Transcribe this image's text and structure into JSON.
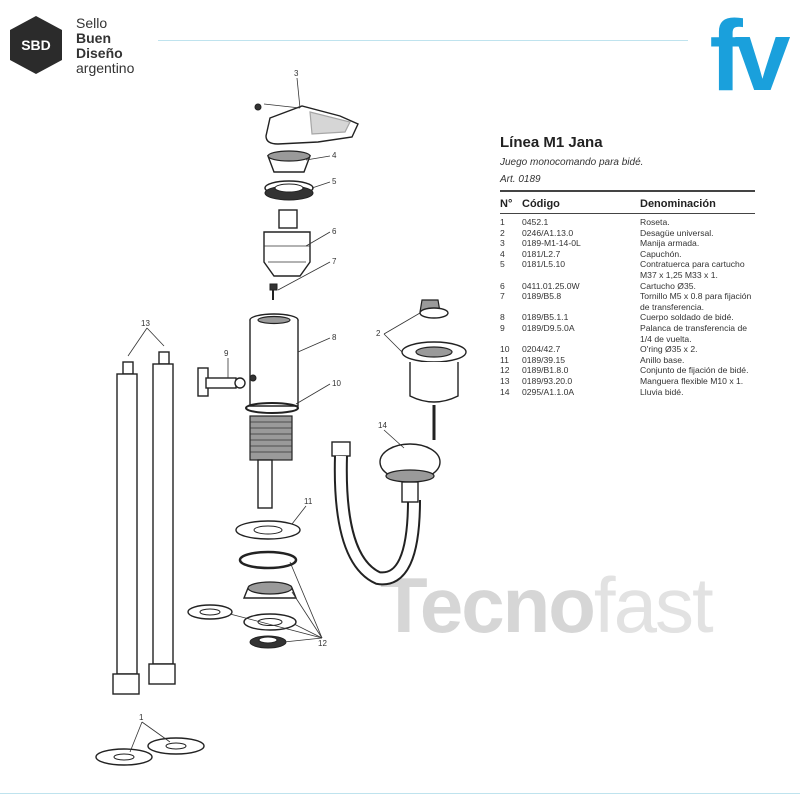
{
  "brand": {
    "sbd_mark": "SBD",
    "sbd_lines": [
      "Sello",
      "Buen",
      "Diseño",
      "argentino"
    ],
    "fv_logo": "fv",
    "fv_color": "#1aa0dc"
  },
  "watermark": {
    "part1": "Tecno",
    "part2": "fast"
  },
  "product": {
    "title": "Línea M1 Jana",
    "subtitle": "Juego monocomando para bidé.",
    "article": "Art. 0189"
  },
  "table": {
    "headers": {
      "num": "N°",
      "code": "Código",
      "name": "Denominación"
    },
    "rows": [
      {
        "num": "1",
        "code": "0452.1",
        "name": "Roseta."
      },
      {
        "num": "2",
        "code": "0246/A1.13.0",
        "name": "Desagüe universal."
      },
      {
        "num": "3",
        "code": "0189-M1-14-0L",
        "name": "Manija armada."
      },
      {
        "num": "4",
        "code": "0181/L2.7",
        "name": "Capuchón."
      },
      {
        "num": "5",
        "code": "0181/L5.10",
        "name": "Contratuerca para cartucho M37 x 1,25 M33 x 1."
      },
      {
        "num": "6",
        "code": "0411.01.25.0W",
        "name": "Cartucho Ø35."
      },
      {
        "num": "7",
        "code": "0189/B5.8",
        "name": "Tornillo M5 x 0.8 para fijación de transferencia."
      },
      {
        "num": "8",
        "code": "0189/B5.1.1",
        "name": "Cuerpo soldado de bidé."
      },
      {
        "num": "9",
        "code": "0189/D9.5.0A",
        "name": "Palanca de transferencia de 1/4 de vuelta."
      },
      {
        "num": "10",
        "code": "0204/42.7",
        "name": "O'ring Ø35 x 2."
      },
      {
        "num": "11",
        "code": "0189/39.15",
        "name": "Anillo base."
      },
      {
        "num": "12",
        "code": "0189/B1.8.0",
        "name": "Conjunto de fijación de bidé."
      },
      {
        "num": "13",
        "code": "0189/93.20.0",
        "name": "Manguera flexible M10 x 1."
      },
      {
        "num": "14",
        "code": "0295/A1.1.0A",
        "name": "Lluvia bidé."
      }
    ]
  },
  "callouts": [
    "3",
    "4",
    "5",
    "6",
    "7",
    "8",
    "9",
    "10",
    "2",
    "13",
    "14",
    "11",
    "12",
    "1"
  ]
}
